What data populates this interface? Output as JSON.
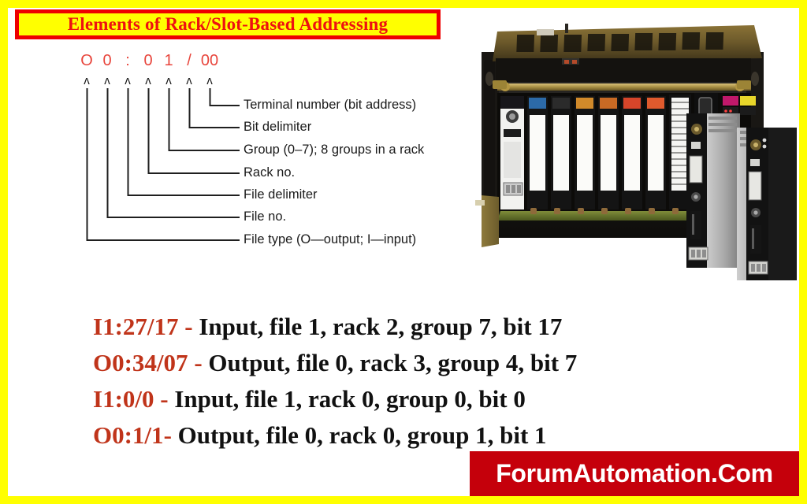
{
  "title": {
    "text": "Elements of Rack/Slot-Based Addressing"
  },
  "colors": {
    "frame_yellow": "#ffff00",
    "title_red": "#ee1111",
    "title_border_red": "#ee0000",
    "address_red": "#e8453c",
    "example_addr_red": "#c0341a",
    "banner_red": "#c5000b",
    "text_black": "#111111",
    "banner_text_white": "#ffffff"
  },
  "diagram": {
    "address_characters": [
      "O",
      "0",
      ":",
      "0",
      "1",
      "/",
      "00"
    ],
    "caret_glyph": "ʌ",
    "leaders": [
      {
        "label": "Terminal number (bit address)",
        "points_to": "00"
      },
      {
        "label": "Bit delimiter",
        "points_to": "/"
      },
      {
        "label": "Group (0–7); 8 groups in a rack",
        "points_to": "1"
      },
      {
        "label": "Rack no.",
        "points_to": "0"
      },
      {
        "label": "File delimiter",
        "points_to": ":"
      },
      {
        "label": "File no.",
        "points_to": "0"
      },
      {
        "label": "File type (O—output; I—input)",
        "points_to": "O"
      }
    ]
  },
  "rack_photo": {
    "alt": "Modular PLC rack chassis with input/output modules and two processor modules"
  },
  "examples": [
    {
      "address": "I1:27/17",
      "separator": " - ",
      "description": "Input, file 1, rack 2, group 7, bit 17"
    },
    {
      "address": "O0:34/07",
      "separator": " - ",
      "description": "Output, file 0, rack 3, group 4, bit 7"
    },
    {
      "address": "I1:0/0",
      "separator": " - ",
      "description": "Input, file 1, rack 0, group 0, bit 0"
    },
    {
      "address": "O0:1/1",
      "separator": "- ",
      "description": "Output, file 0, rack 0, group 1, bit 1"
    }
  ],
  "footer": {
    "brand": "ForumAutomation.Com"
  }
}
